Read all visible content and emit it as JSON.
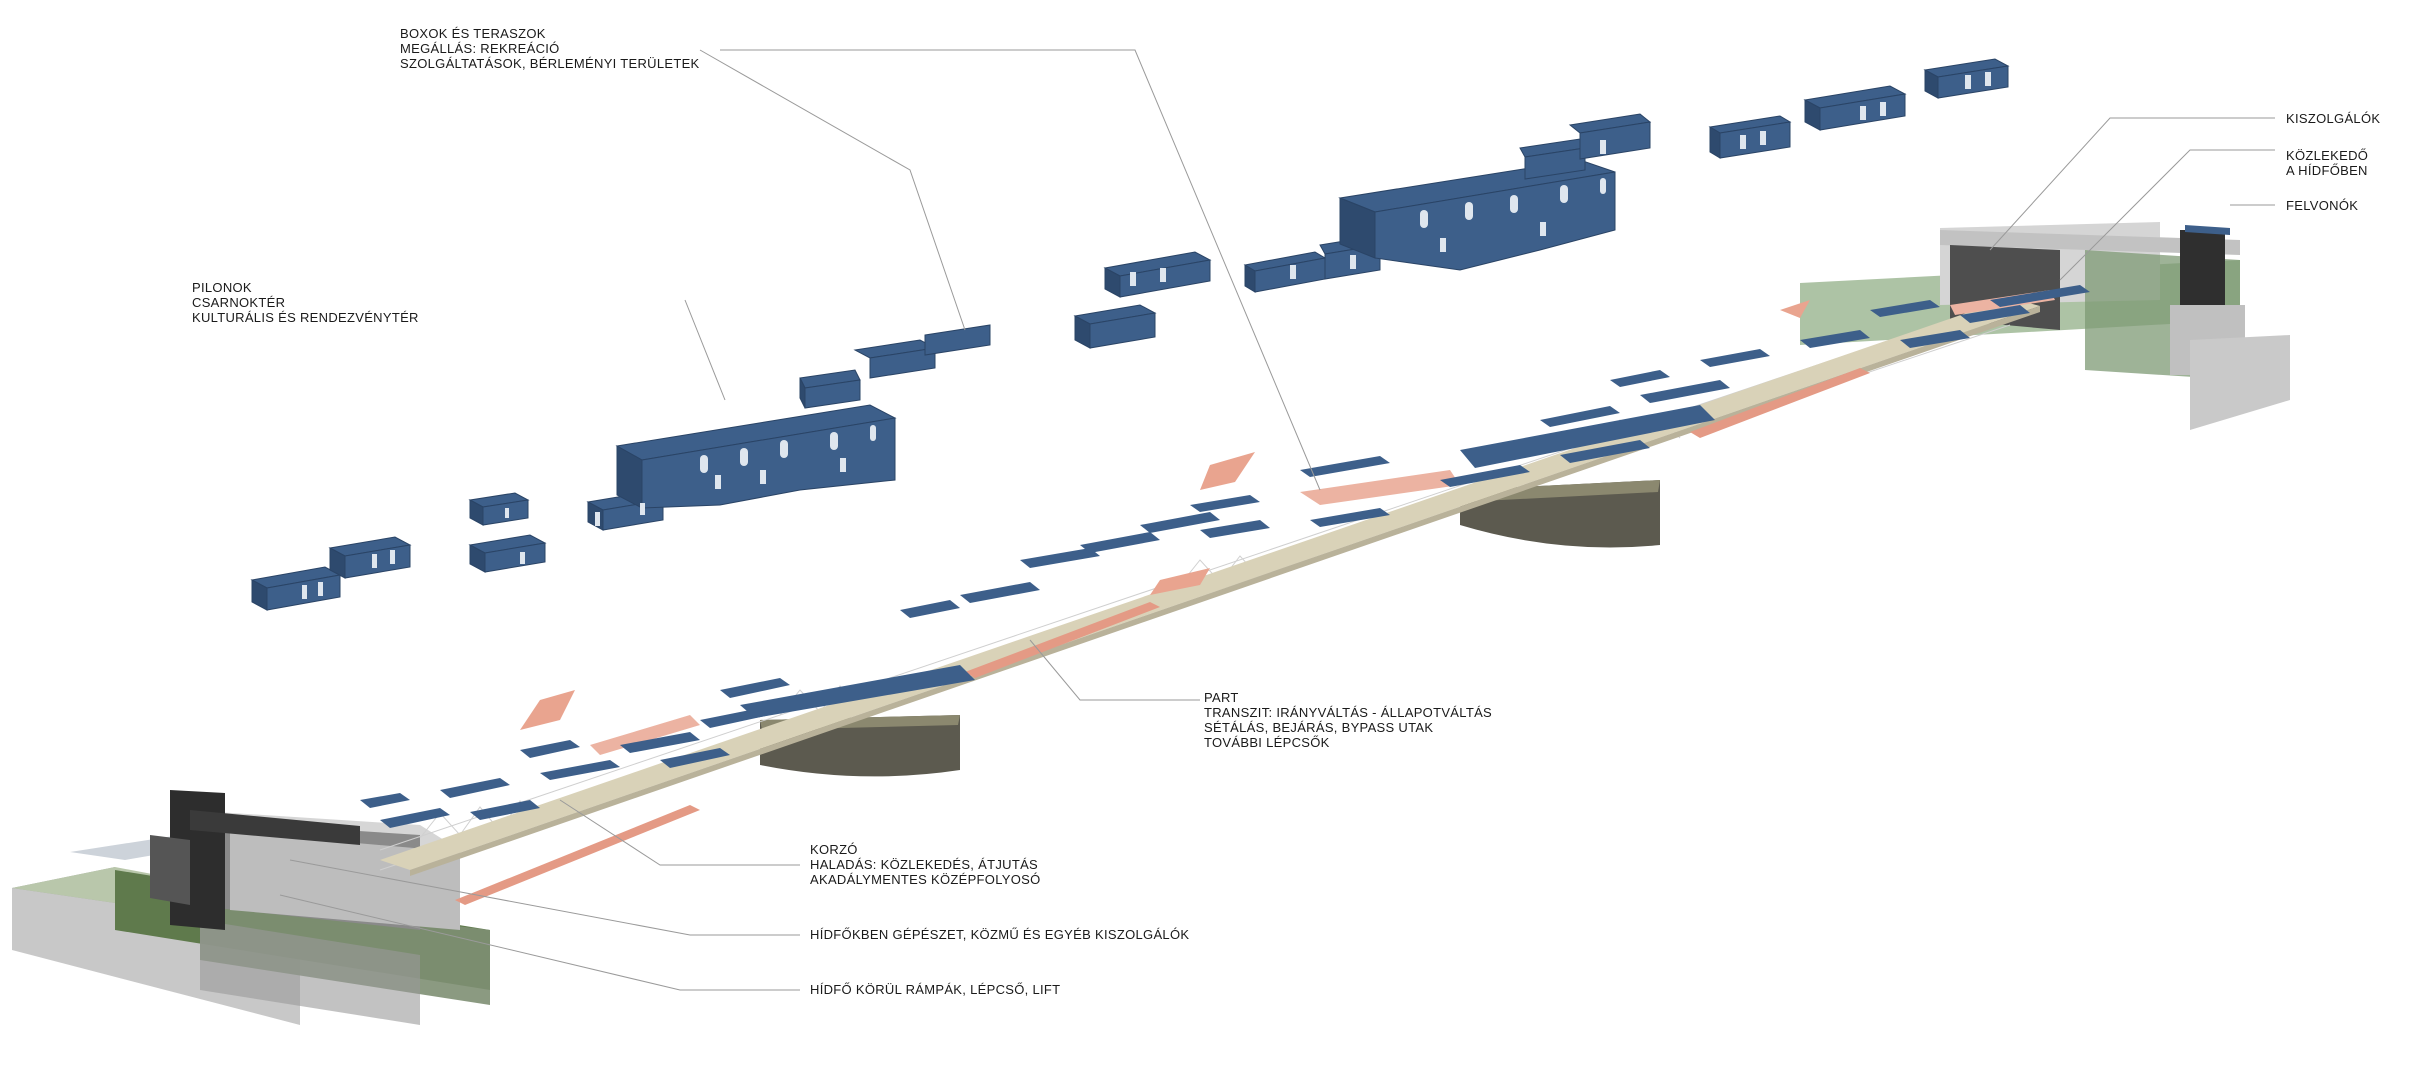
{
  "labels": {
    "boxok": [
      "BOXOK ÉS TERASZOK",
      "MEGÁLLÁS: REKREÁCIÓ",
      "SZOLGÁLTATÁSOK, BÉRLEMÉNYI TERÜLETEK"
    ],
    "pilonok": [
      "PILONOK",
      "CSARNOKTÉR",
      "KULTURÁLIS ÉS RENDEZVÉNYTÉR"
    ],
    "kiszolgalok": [
      "KISZOLGÁLÓK"
    ],
    "kozlekedo": [
      "KÖZLEKEDŐ",
      "A HÍDFŐBEN"
    ],
    "felvonok": [
      "FELVONÓK"
    ],
    "part": [
      "PART",
      "TRANSZIT: IRÁNYVÁLTÁS - ÁLLAPOTVÁLTÁS",
      "SÉTÁLÁS, BEJÁRÁS, BYPASS UTAK",
      "TOVÁBBI LÉPCSŐK"
    ],
    "korzo": [
      "KORZÓ",
      "HALADÁS: KÖZLEKEDÉS, ÁTJUTÁS",
      "AKADÁLYMENTES KÖZÉPFOLYOSÓ"
    ],
    "gepeszet": [
      "HÍDFŐKBEN GÉPÉSZET, KÖZMŰ ÉS EGYÉB KISZOLGÁLÓK"
    ],
    "rampak": [
      "HÍDFŐ KÖRÜL RÁMPÁK, LÉPCSŐ, LIFT"
    ]
  },
  "colors": {
    "box_blue": "#3d5f8a",
    "box_dark": "#2e4a6e",
    "box_window": "#dfe6ee",
    "deck_beige": "#d9d2b8",
    "ramp_pink": "#e9a48f",
    "terrain_green": "#a9bf9c",
    "abutment_gray": "#c9c9c9",
    "dark_core": "#3a3a3a"
  }
}
